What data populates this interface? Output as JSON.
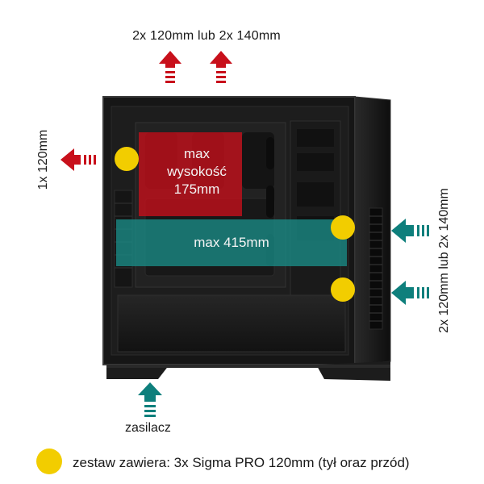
{
  "labels": {
    "top_fans": "2x 120mm lub 2x 140mm",
    "rear_fan": "1x 120mm",
    "front_fans": "2x 120mm lub 2x 140mm",
    "psu": "zasilacz",
    "cooler_line1": "max",
    "cooler_line2": "wysokość",
    "cooler_line3": "175mm",
    "gpu": "max 415mm"
  },
  "legend": {
    "text": "zestaw zawiera: 3x Sigma PRO 120mm (tył oraz przód)"
  },
  "colors": {
    "exhaust_arrow": "#c8101b",
    "intake_arrow": "#0e7f7c",
    "fan_dot": "#f2cd00",
    "cooler_zone": "#c8101b",
    "gpu_zone": "#1a8a84"
  },
  "icons": {
    "exhaust": "arrow-icon",
    "intake": "arrow-icon",
    "fan": "fan-dot-icon"
  }
}
